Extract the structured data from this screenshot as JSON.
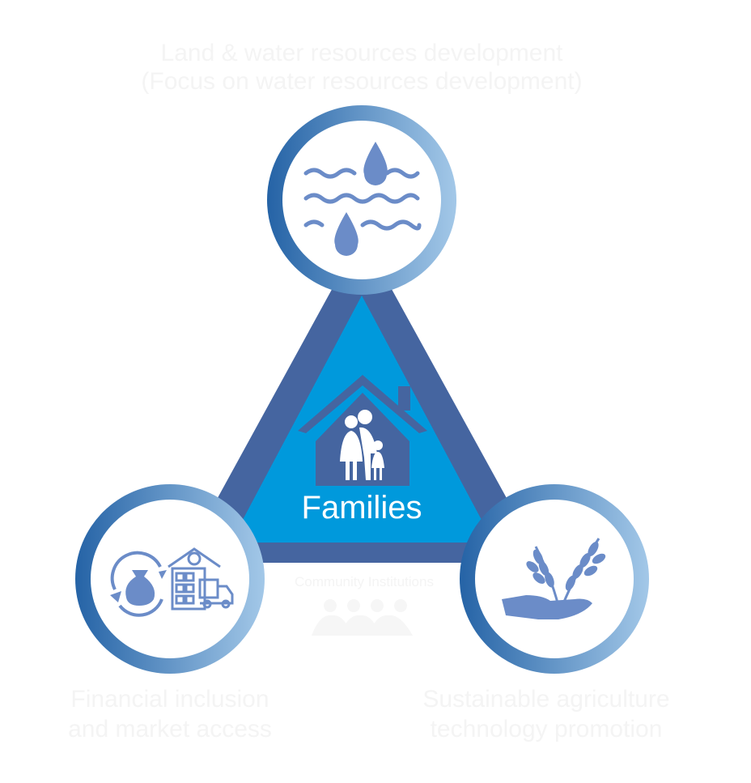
{
  "center": {
    "label": "Families",
    "icon": "family-house-icon"
  },
  "top": {
    "line1": "Land & water resources development",
    "line2": "(Focus on water resources development)",
    "icon": "water-waves-drops-icon"
  },
  "bottom_left": {
    "line1": "Financial inclusion",
    "line2": "and market access",
    "icon": "money-bag-market-truck-icon"
  },
  "bottom_right": {
    "line1": "Sustainable agriculture",
    "line2": "technology promotion",
    "icon": "hand-wheat-icon"
  },
  "base": {
    "label": "Community Institutions",
    "icon": "people-group-icon"
  },
  "colors": {
    "triangle_outer": "#4565a0",
    "triangle_inner": "#0099dc",
    "ring_dark": "#2563a6",
    "ring_light": "#a3c8e8",
    "icon": "#6b8cc8",
    "faint_text": "#f4f4f4"
  }
}
